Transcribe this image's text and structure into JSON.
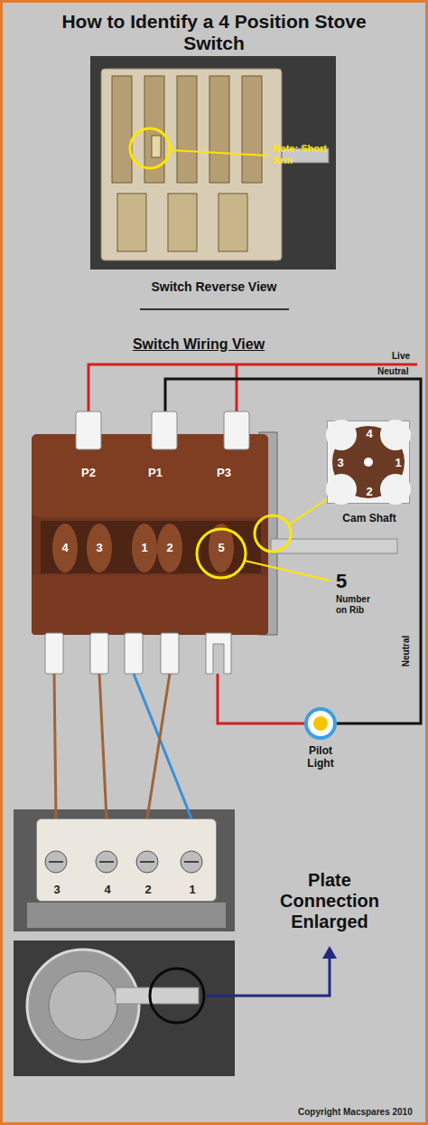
{
  "diagram": {
    "title": "How to Identify a 4 Position Stove Switch",
    "nodes": [
      {
        "text": [
          "P2",
          "P1",
          "P3",
          "4",
          "3",
          "1",
          "2",
          "5"
        ]
      },
      {
        "text": [
          "4",
          "3",
          "1",
          "2",
          "Cam Shaft"
        ]
      },
      {
        "text": [
          "Pilot Light"
        ]
      },
      {
        "text": [
          "3",
          "4",
          "2",
          "1"
        ]
      }
    ],
    "edges": [
      {
        "from": 0,
        "to": 3,
        "arrow": "none"
      },
      {
        "from": 0,
        "to": 3,
        "arrow": "none"
      },
      {
        "from": 0,
        "to": 3,
        "arrow": "none"
      },
      {
        "from": 0,
        "to": 3,
        "arrow": "none"
      },
      {
        "from": 0,
        "to": 2,
        "arrow": "none"
      }
    ],
    "labels": [
      "Note: Short Arm",
      "Switch Reverse View",
      "Switch Wiring View",
      "Live",
      "Neutral",
      "5",
      "Number on Rib",
      "Neutral",
      "Plate Connection Enlarged",
      "Copyright Macspares 2010"
    ]
  }
}
